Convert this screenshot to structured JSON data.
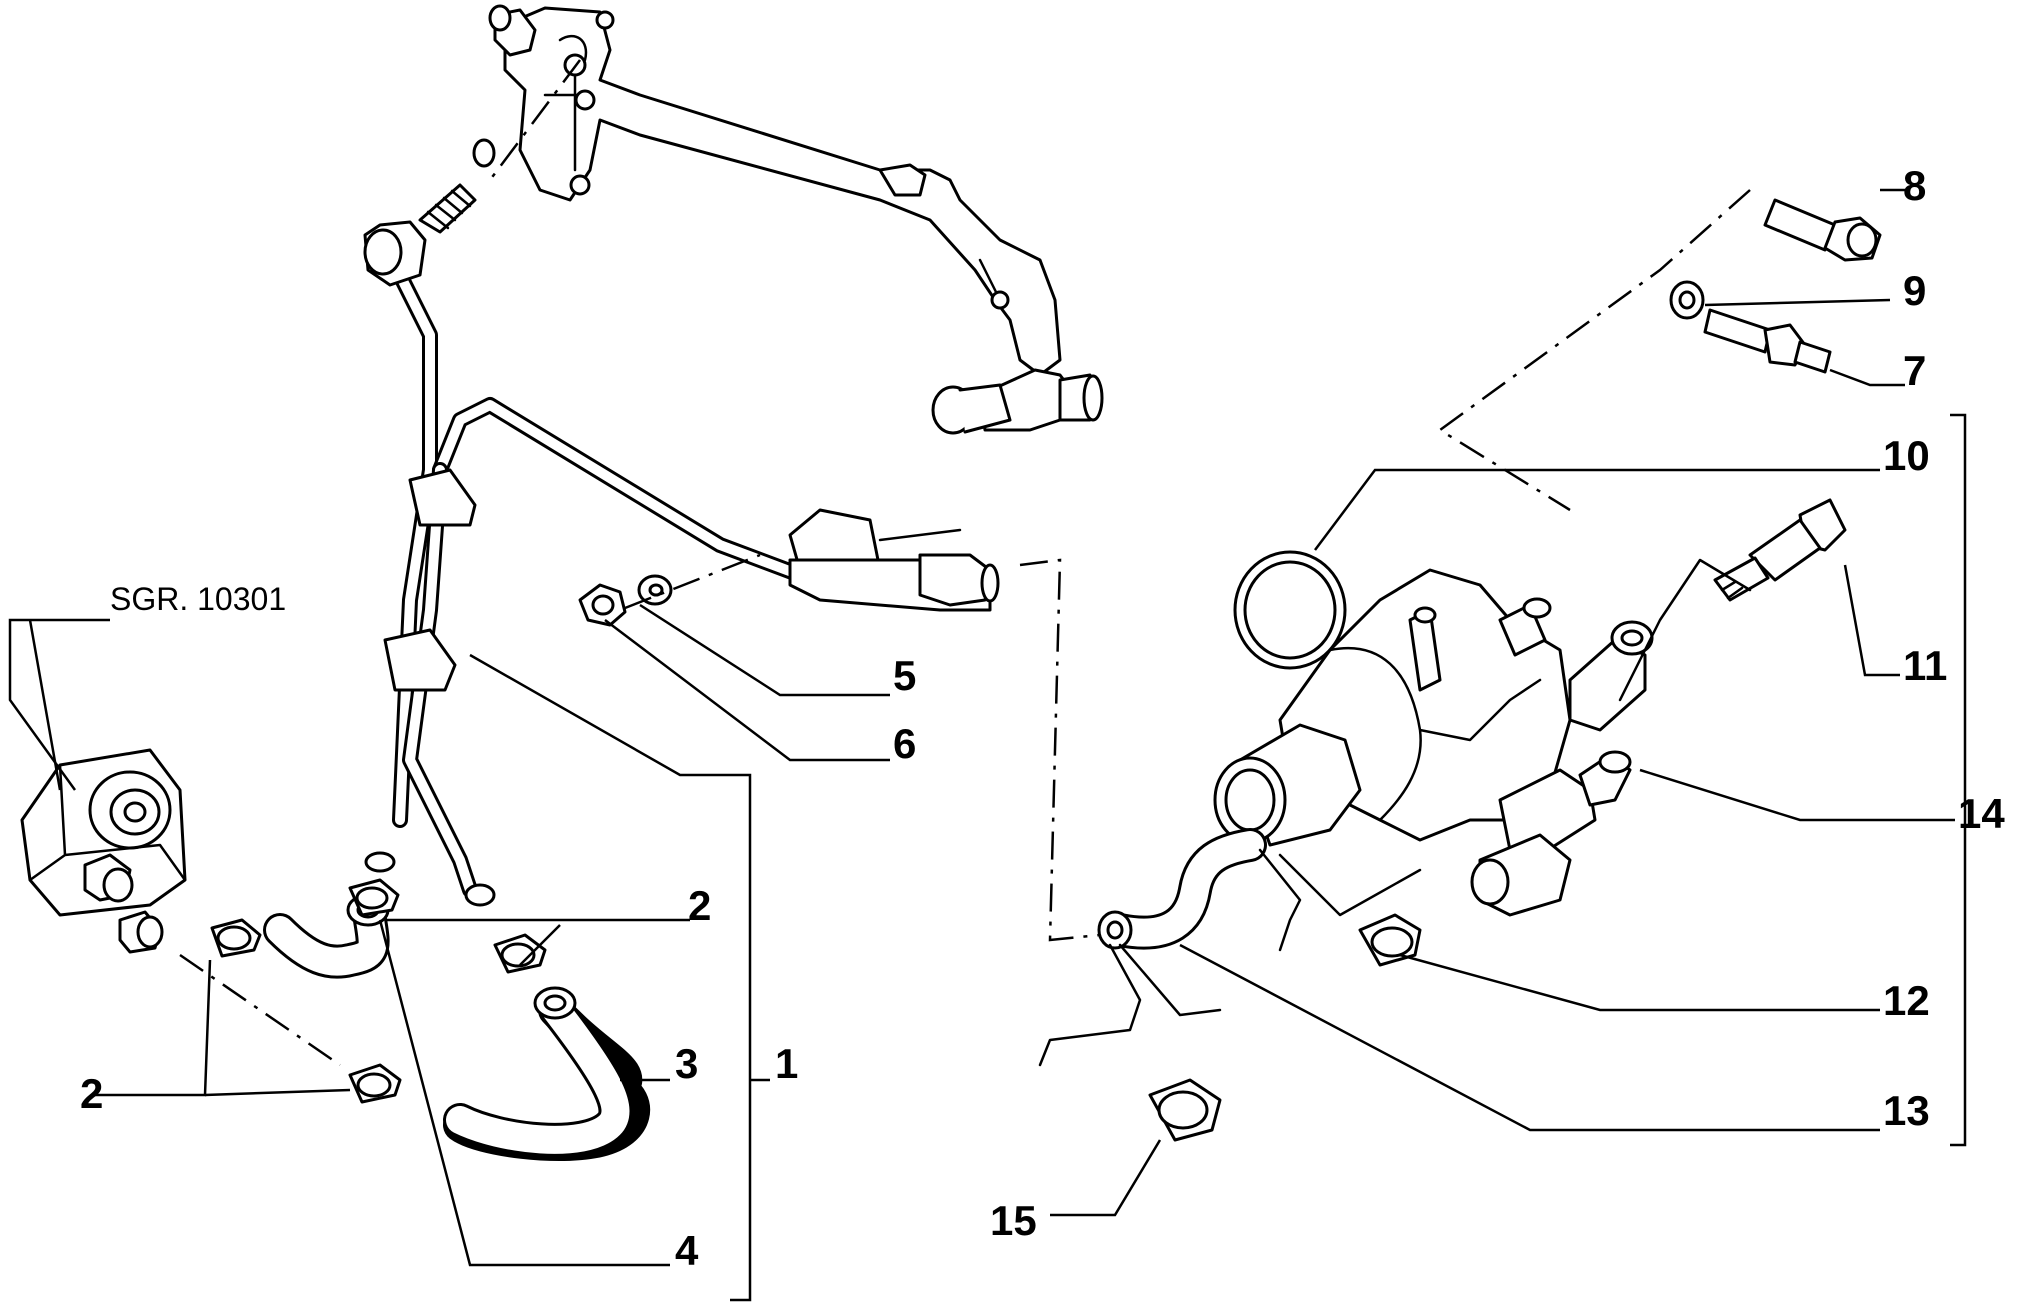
{
  "reference_label": "SGR. 10301",
  "callouts": {
    "c1": "1",
    "c2a": "2",
    "c2b": "2",
    "c3": "3",
    "c4": "4",
    "c5": "5",
    "c6": "6",
    "c7": "7",
    "c8": "8",
    "c9": "9",
    "c10": "10",
    "c11": "11",
    "c12": "12",
    "c13": "13",
    "c14": "14",
    "c15": "15"
  }
}
